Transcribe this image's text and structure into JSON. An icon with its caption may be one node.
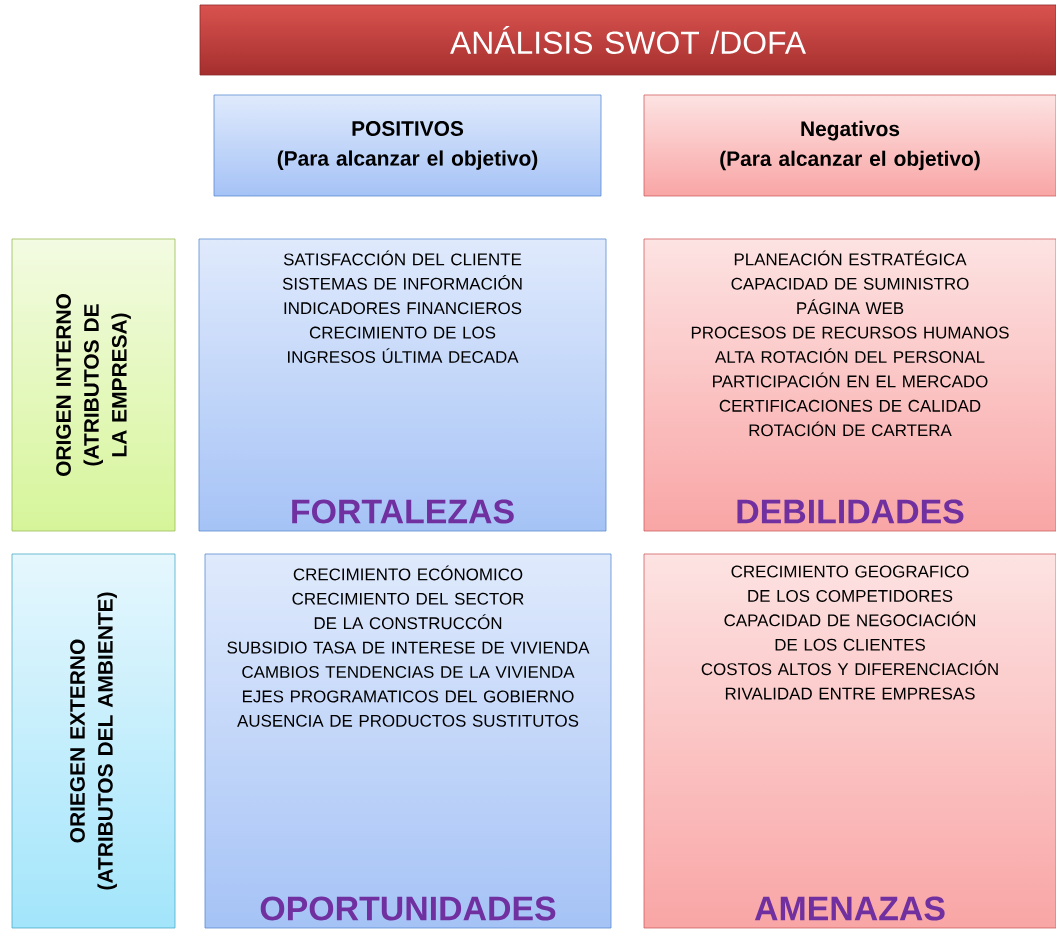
{
  "diagram": {
    "nodes": [
      {
        "text": [
          "ANÁLISIS SWOT /DOFA"
        ]
      },
      {
        "text": [
          "POSITIVOS",
          "(Para alcanzar el objetivo)"
        ]
      },
      {
        "text": [
          "Negativos",
          "(Para alcanzar el objetivo)"
        ]
      },
      {
        "text": [
          "ORIGEN INTERNO",
          "(ATRIBUTOS DE LA EMPRESA)"
        ]
      },
      {
        "text": [
          "SATISFACCIÓN DEL CLIENTE",
          "SISTEMAS DE INFORMACIÓN",
          "INDICADORES FINANCIEROS",
          "CRECIMIENTO DE LOS INGRESOS ÚLTIMA DECADA",
          "FORTALEZAS"
        ]
      },
      {
        "text": [
          "PLANEACIÓN ESTRATÉGICA",
          "CAPACIDAD DE SUMINISTRO",
          "PÁGINA WEB",
          "PROCESOS DE RECURSOS HUMANOS",
          "ALTA ROTACIÓN DEL PERSONAL",
          "PARTICIPACIÓN EN EL MERCADO",
          "CERTIFICACIONES DE CALIDAD",
          "ROTACIÓN DE CARTERA",
          "DEBILIDADES"
        ]
      },
      {
        "text": [
          "ORIEGEN EXTERNO",
          "(ATRIBUTOS DEL AMBIENTE)"
        ]
      },
      {
        "text": [
          "CRECIMIENTO ECÓNOMICO",
          "CRECIMIENTO DEL SECTOR DE LA CONSTRUCCÓN",
          "SUBSIDIO TASA DE INTERESE DE VIVIENDA",
          "CAMBIOS TENDENCIAS DE LA VIVIENDA",
          "EJES PROGRAMATICOS DEL GOBIERNO",
          "AUSENCIA DE PRODUCTOS SUSTITUTOS",
          "OPORTUNIDADES"
        ]
      },
      {
        "text": [
          "CRECIMIENTO GEOGRAFICO DE LOS COMPETIDORES",
          "CAPACIDAD DE NEGOCIACIÓN DE LOS CLIENTES",
          "COSTOS ALTOS Y DIFERENCIACIÓN",
          "RIVALIDAD ENTRE EMPRESAS",
          "AMENAZAS"
        ]
      }
    ]
  }
}
